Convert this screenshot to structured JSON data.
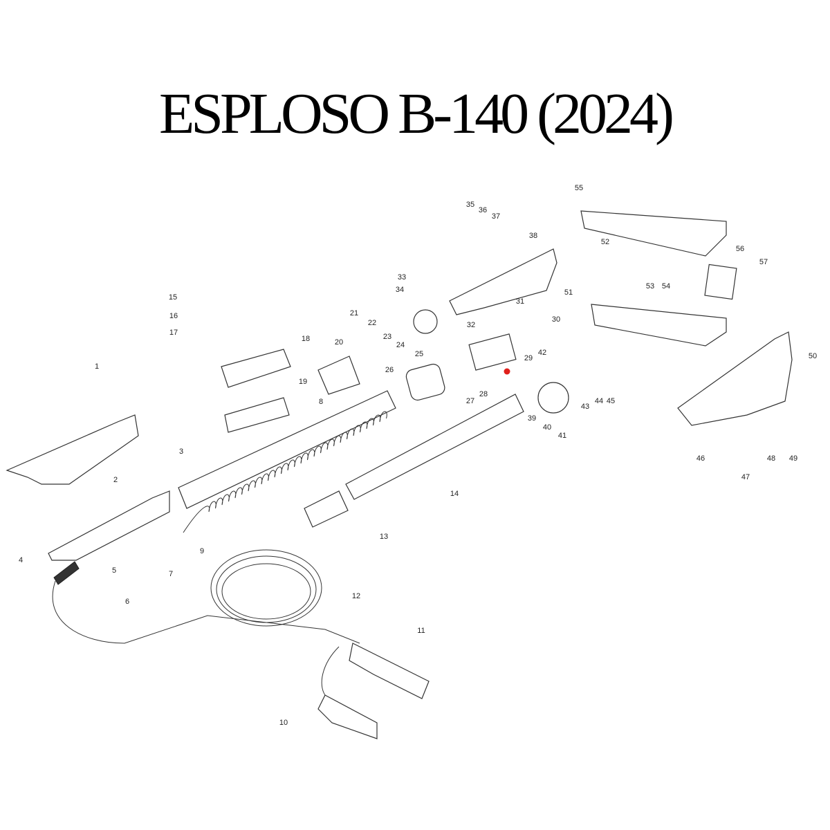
{
  "title": "ESPLOSO B-140 (2024)",
  "marker_color": "#e0201b",
  "labels": [
    "1",
    "2",
    "3",
    "4",
    "5",
    "6",
    "7",
    "8",
    "9",
    "10",
    "11",
    "12",
    "13",
    "14",
    "15",
    "16",
    "17",
    "18",
    "19",
    "20",
    "21",
    "22",
    "23",
    "24",
    "25",
    "26",
    "27",
    "28",
    "29",
    "30",
    "31",
    "32",
    "33",
    "34",
    "35",
    "36",
    "37",
    "38",
    "39",
    "40",
    "41",
    "42",
    "43",
    "44",
    "45",
    "46",
    "47",
    "48",
    "49",
    "50",
    "51",
    "52",
    "53",
    "54",
    "55",
    "56",
    "57"
  ]
}
